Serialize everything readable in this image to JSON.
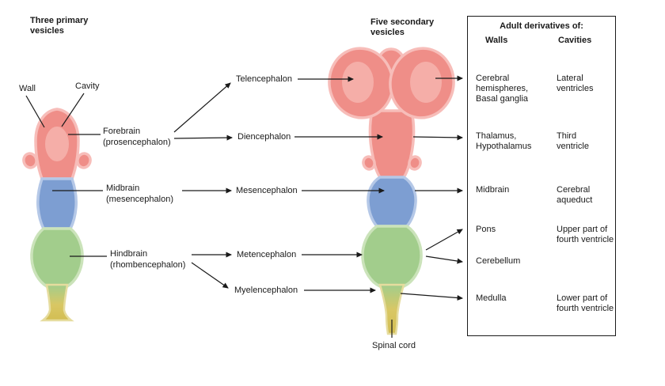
{
  "titles": {
    "primary": "Three primary\nvesicles",
    "secondary": "Five secondary\nvesicles"
  },
  "anatomy_labels": {
    "wall": "Wall",
    "cavity": "Cavity",
    "spinal_cord": "Spinal cord"
  },
  "primary_vesicles": [
    {
      "name": "Forebrain",
      "sub": "(prosencephalon)"
    },
    {
      "name": "Midbrain",
      "sub": "(mesencephalon)"
    },
    {
      "name": "Hindbrain",
      "sub": "(rhombencephalon)"
    }
  ],
  "secondary_vesicles": [
    {
      "label": "Telencephalon"
    },
    {
      "label": "Diencephalon"
    },
    {
      "label": "Mesencephalon"
    },
    {
      "label": "Metencephalon"
    },
    {
      "label": "Myelencephalon"
    }
  ],
  "derivatives_table": {
    "title": "Adult derivatives of:",
    "columns": {
      "walls": "Walls",
      "cavities": "Cavities"
    },
    "rows": [
      {
        "walls": "Cerebral\nhemispheres,\nBasal ganglia",
        "cavities": "Lateral\nventricles"
      },
      {
        "walls": "Thalamus,\nHypothalamus",
        "cavities": "Third\nventricle"
      },
      {
        "walls": "Midbrain",
        "cavities": "Cerebral\naqueduct"
      },
      {
        "walls": "Pons",
        "cavities": "Upper part of\nfourth ventricle"
      },
      {
        "walls": "Cerebellum",
        "cavities": ""
      },
      {
        "walls": "Medulla",
        "cavities": "Lower part of\nfourth ventricle"
      }
    ]
  },
  "colors": {
    "forebrain_fill": "#ef8e88",
    "forebrain_outline": "#f7bdb9",
    "midbrain_fill": "#7d9ed2",
    "midbrain_outline": "#b5c8e7",
    "hindbrain_fill": "#a2cd8c",
    "hindbrain_outline": "#cbe3ba",
    "spinal_fill": "#d9c764",
    "line": "#1a1a1a"
  }
}
